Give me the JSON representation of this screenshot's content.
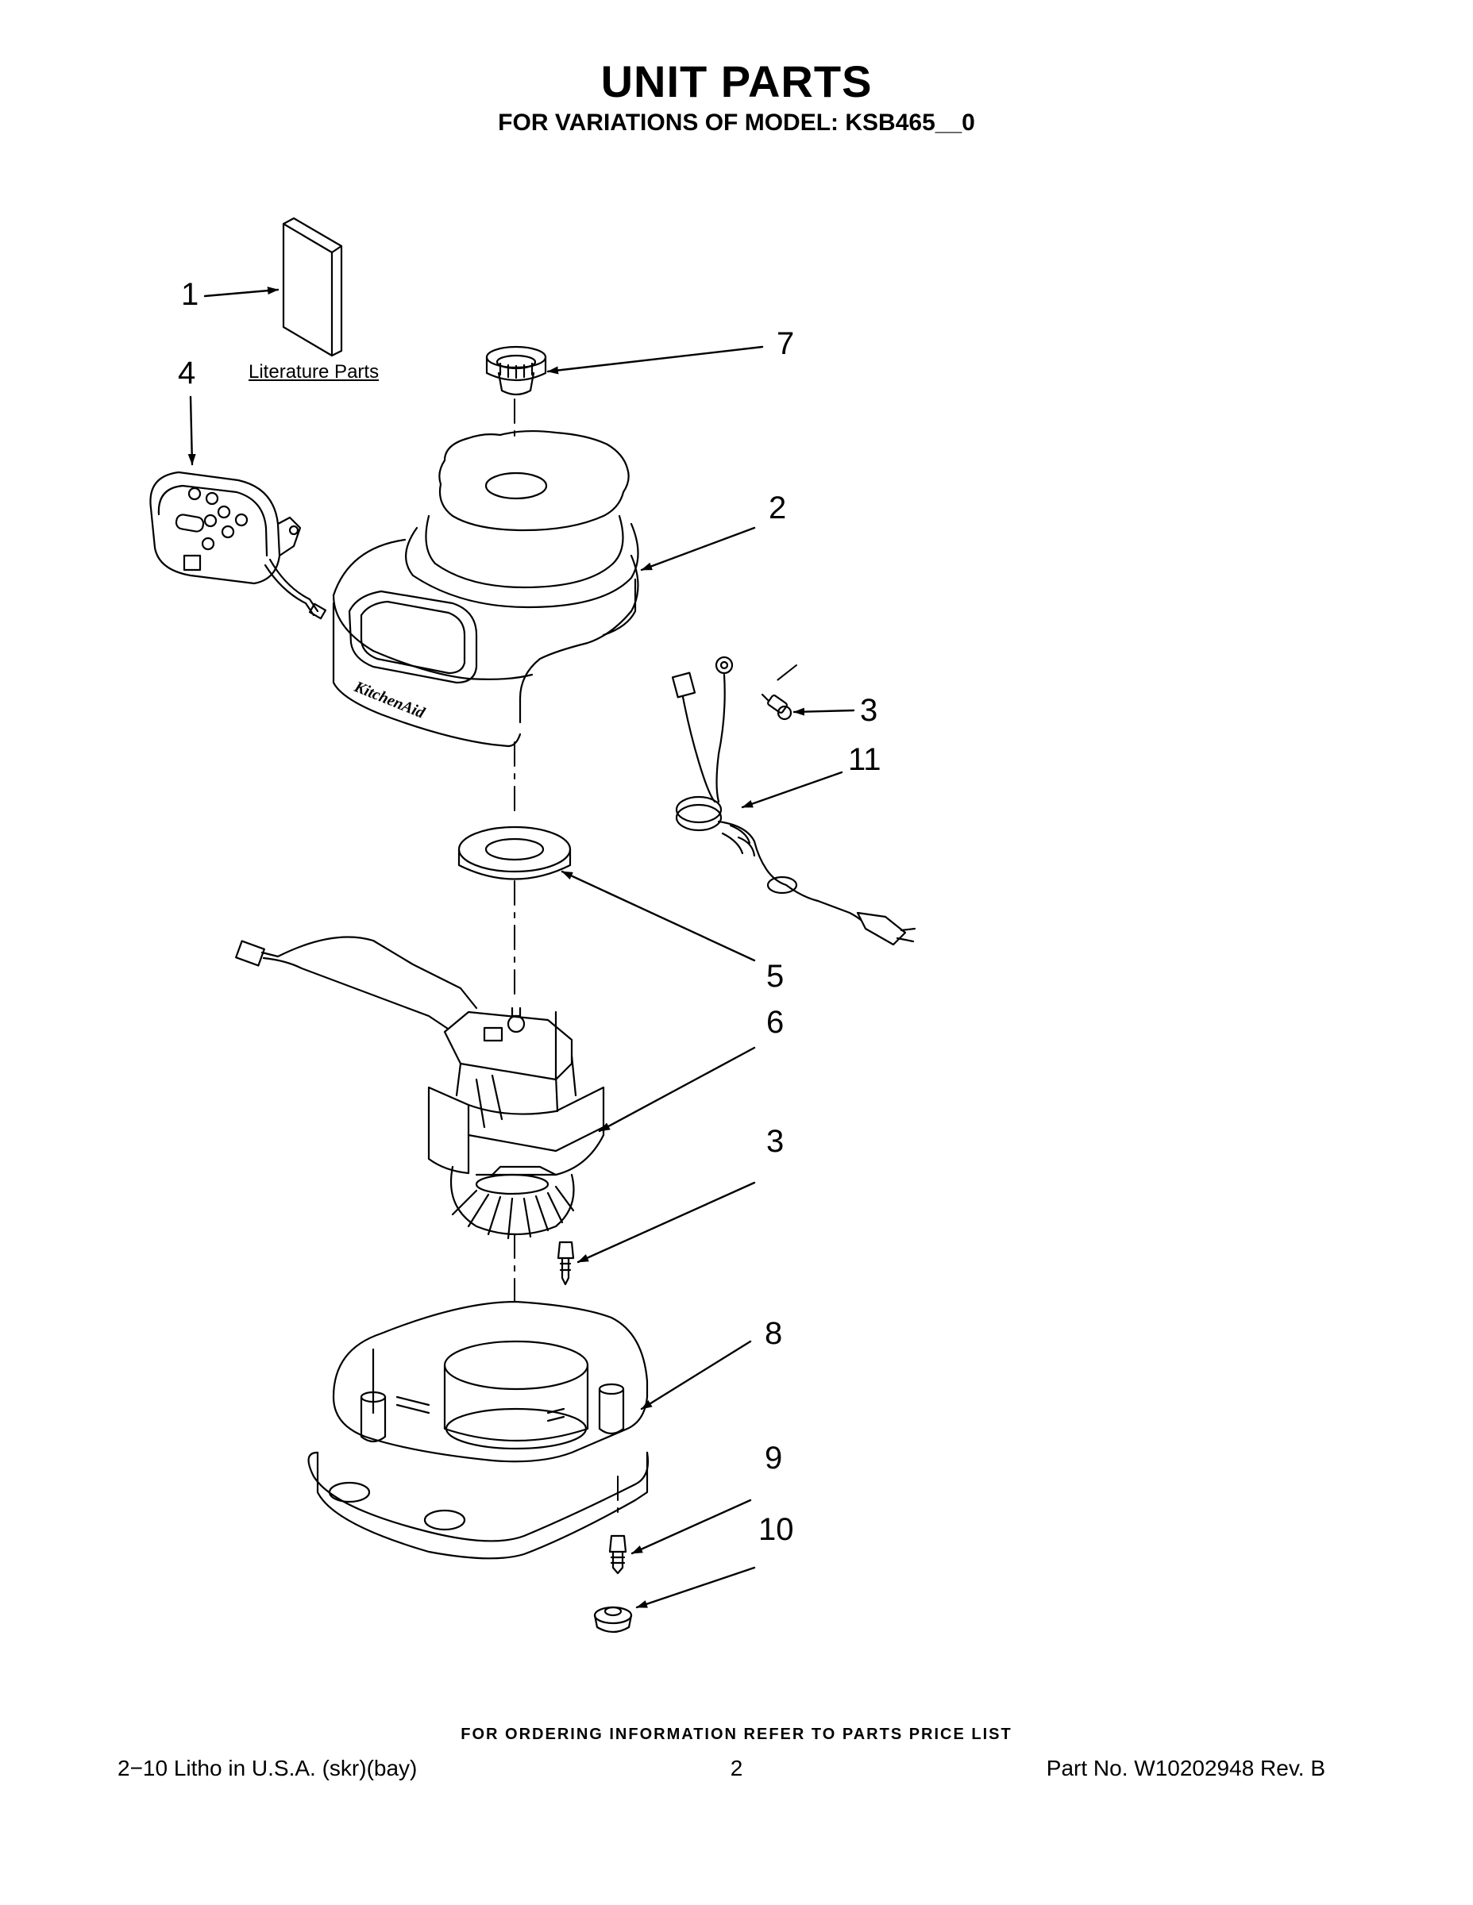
{
  "header": {
    "title": "UNIT PARTS",
    "subtitle": "FOR VARIATIONS OF MODEL: KSB465__0"
  },
  "literature_label": "Literature Parts",
  "callouts": {
    "c1": "1",
    "c2": "2",
    "c3a": "3",
    "c3b": "3",
    "c4": "4",
    "c5": "5",
    "c6": "6",
    "c7": "7",
    "c8": "8",
    "c9": "9",
    "c10": "10",
    "c11": "11"
  },
  "housing_logo": "KitchenAid",
  "footer": {
    "ordering_info": "FOR ORDERING INFORMATION REFER TO PARTS PRICE LIST",
    "litho": "2−10 Litho in U.S.A. (skr)(bay)",
    "page_number": "2",
    "part_number": "Part No. W10202948 Rev. B"
  }
}
